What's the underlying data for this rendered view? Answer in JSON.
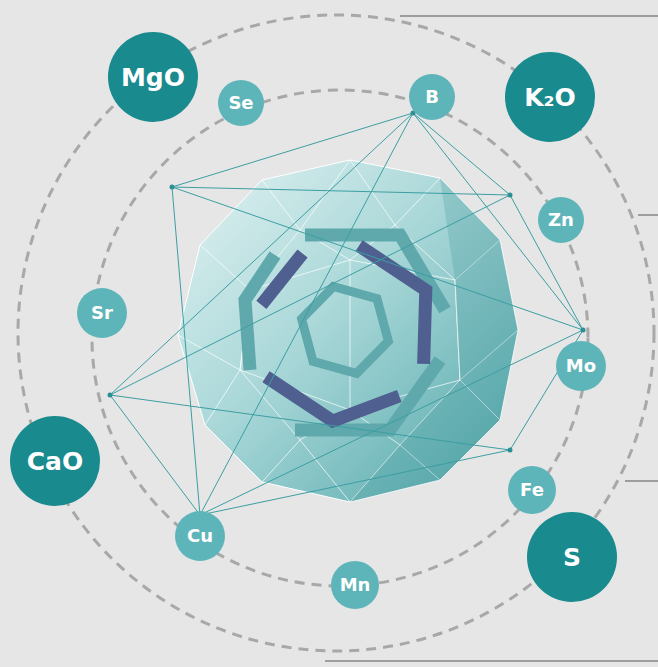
{
  "diagram": {
    "nodes": [
      {
        "text": [
          "MgO"
        ]
      },
      {
        "text": [
          "Se"
        ]
      },
      {
        "text": [
          "B"
        ]
      },
      {
        "text": [
          "K₂O"
        ]
      },
      {
        "text": [
          "Zn"
        ]
      },
      {
        "text": [
          "Sr"
        ]
      },
      {
        "text": [
          "Mo"
        ]
      },
      {
        "text": [
          "CaO"
        ]
      },
      {
        "text": [
          "Fe"
        ]
      },
      {
        "text": [
          "Cu"
        ]
      },
      {
        "text": [
          "S"
        ]
      },
      {
        "text": [
          "Mn"
        ]
      }
    ]
  }
}
